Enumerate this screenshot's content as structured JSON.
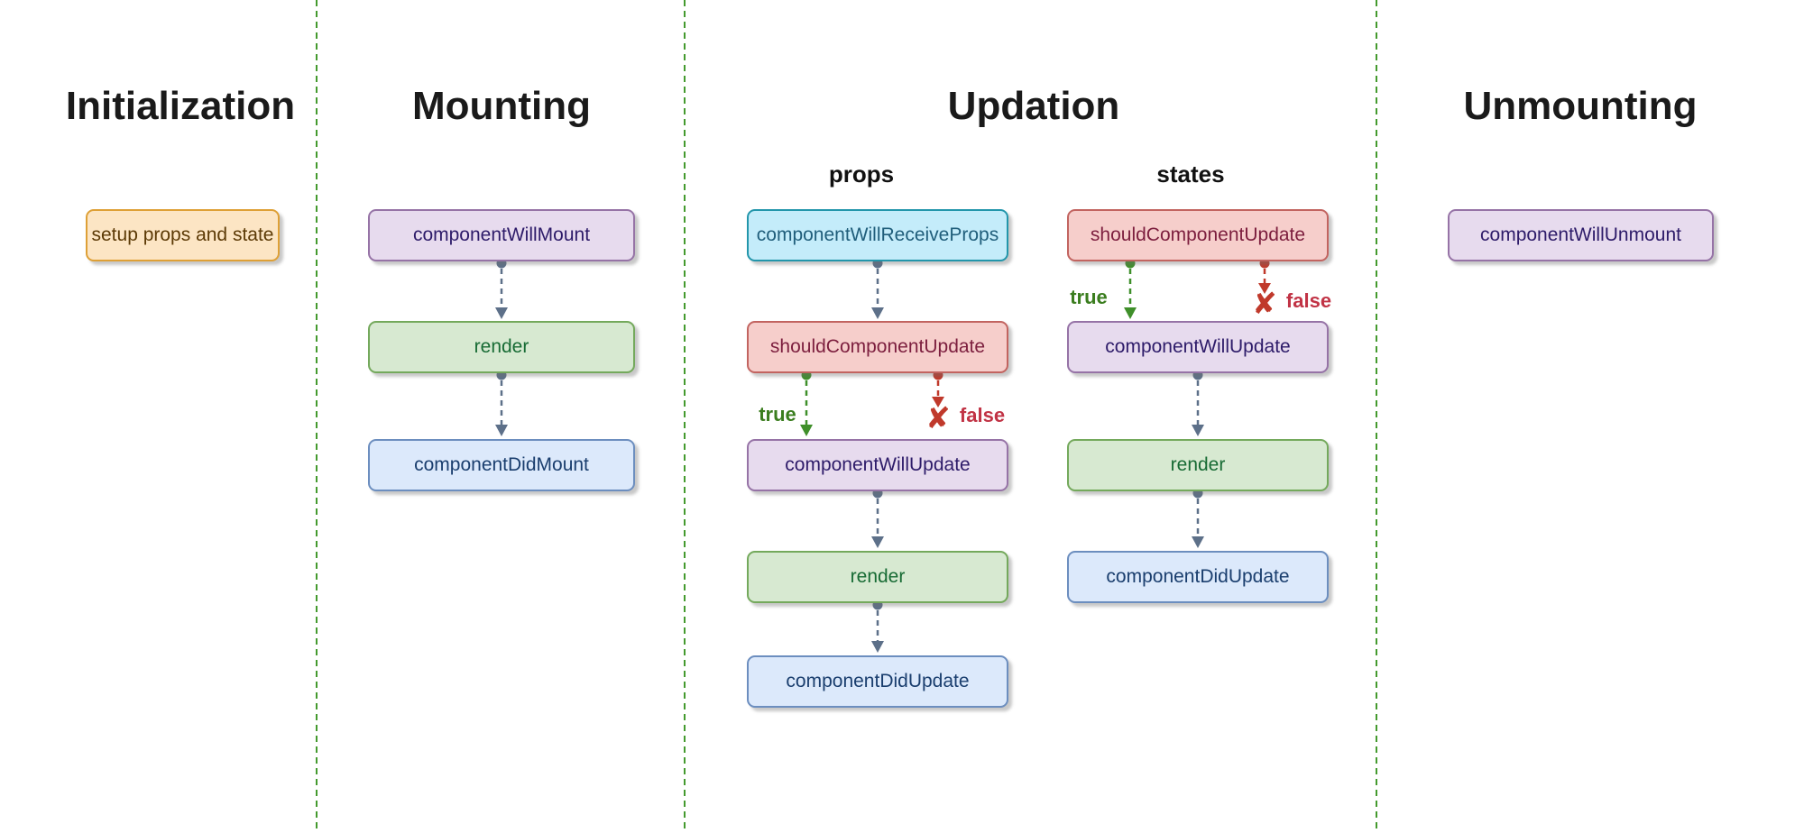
{
  "sections": {
    "initialization": {
      "title": "Initialization",
      "nodes": {
        "setup": {
          "label": "setup props and state",
          "color": "orange"
        }
      }
    },
    "mounting": {
      "title": "Mounting",
      "nodes": {
        "will_mount": {
          "label": "componentWillMount",
          "color": "purple"
        },
        "render": {
          "label": "render",
          "color": "green"
        },
        "did_mount": {
          "label": "componentDidMount",
          "color": "blue"
        }
      }
    },
    "updation": {
      "title": "Updation",
      "props_column": {
        "subtitle": "props",
        "nodes": {
          "will_receive_props": {
            "label": "componentWillReceiveProps",
            "color": "cyan"
          },
          "should_update": {
            "label": "shouldComponentUpdate",
            "color": "red"
          },
          "will_update": {
            "label": "componentWillUpdate",
            "color": "purple"
          },
          "render": {
            "label": "render",
            "color": "green"
          },
          "did_update": {
            "label": "componentDidUpdate",
            "color": "blue"
          }
        },
        "branch": {
          "true_label": "true",
          "false_label": "false",
          "false_icon": "✘"
        }
      },
      "states_column": {
        "subtitle": "states",
        "nodes": {
          "should_update": {
            "label": "shouldComponentUpdate",
            "color": "red"
          },
          "will_update": {
            "label": "componentWillUpdate",
            "color": "purple"
          },
          "render": {
            "label": "render",
            "color": "green"
          },
          "did_update": {
            "label": "componentDidUpdate",
            "color": "blue"
          }
        },
        "branch": {
          "true_label": "true",
          "false_label": "false",
          "false_icon": "✘"
        }
      }
    },
    "unmounting": {
      "title": "Unmounting",
      "nodes": {
        "will_unmount": {
          "label": "componentWillUnmount",
          "color": "purple"
        }
      }
    }
  },
  "edges": [
    {
      "column": "mounting",
      "from": "componentWillMount",
      "to": "render"
    },
    {
      "column": "mounting",
      "from": "render",
      "to": "componentDidMount"
    },
    {
      "column": "props",
      "from": "componentWillReceiveProps",
      "to": "shouldComponentUpdate"
    },
    {
      "column": "props",
      "from": "shouldComponentUpdate",
      "to": "componentWillUpdate",
      "label": "true"
    },
    {
      "column": "props",
      "from": "shouldComponentUpdate",
      "to": "x-stop",
      "label": "false"
    },
    {
      "column": "props",
      "from": "componentWillUpdate",
      "to": "render"
    },
    {
      "column": "props",
      "from": "render",
      "to": "componentDidUpdate"
    },
    {
      "column": "states",
      "from": "shouldComponentUpdate",
      "to": "componentWillUpdate",
      "label": "true"
    },
    {
      "column": "states",
      "from": "shouldComponentUpdate",
      "to": "x-stop",
      "label": "false"
    },
    {
      "column": "states",
      "from": "componentWillUpdate",
      "to": "render"
    },
    {
      "column": "states",
      "from": "render",
      "to": "componentDidUpdate"
    }
  ],
  "colors": {
    "node_orange": {
      "fill": "#FCE5C4",
      "border": "#DEA036",
      "text": "#5C3A06"
    },
    "node_purple": {
      "fill": "#E7DBEE",
      "border": "#9673A6",
      "text": "#2D1B69"
    },
    "node_green": {
      "fill": "#D7E9D1",
      "border": "#74A95C",
      "text": "#176B34"
    },
    "node_blue": {
      "fill": "#DCE9FB",
      "border": "#6C8EBF",
      "text": "#1A3E6E"
    },
    "node_red": {
      "fill": "#F6CECB",
      "border": "#C26460",
      "text": "#7C1E3E"
    },
    "node_cyan": {
      "fill": "#C4ECFA",
      "border": "#2396AB",
      "text": "#205E7B"
    },
    "flow_arrow": "#5D7089",
    "true_branch": "#3F8F2A",
    "false_branch": "#C0392B",
    "divider": "#449A2E",
    "heading": "#1A1A1A"
  }
}
